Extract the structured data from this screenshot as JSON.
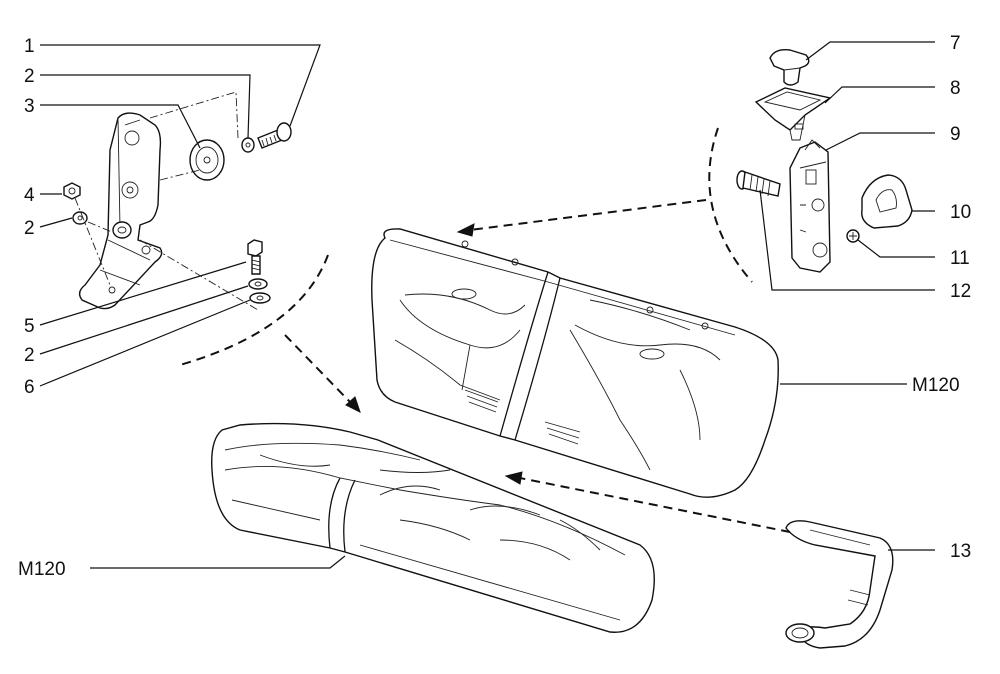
{
  "labels": {
    "l1": "1",
    "l2a": "2",
    "l3": "3",
    "l4": "4",
    "l2b": "2",
    "l5": "5",
    "l2c": "2",
    "l6": "6",
    "l7": "7",
    "l8": "8",
    "l9": "9",
    "l10": "10",
    "l11": "11",
    "l12": "12",
    "l13": "13",
    "m120_back": "M120",
    "m120_cushion": "M120"
  }
}
